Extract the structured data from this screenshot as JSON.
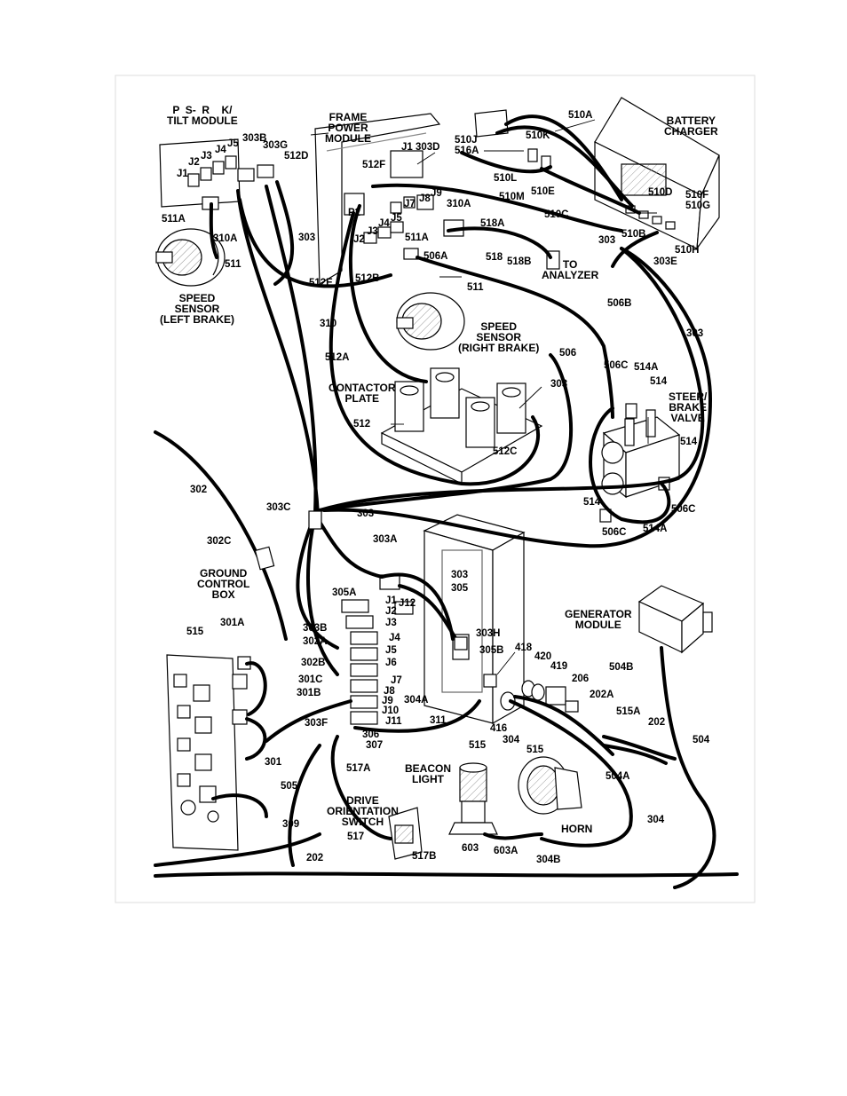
{
  "components": {
    "tilt_module": "P  S-  R    K/\nTILT MODULE",
    "frame_power_module": "FRAME\nPOWER\nMODULE",
    "battery_charger": "BATTERY\nCHARGER",
    "speed_sensor_left": "SPEED\nSENSOR\n(LEFT BRAKE)",
    "speed_sensor_right": "SPEED\nSENSOR\n(RIGHT BRAKE)",
    "contactor_plate": "CONTACTOR\nPLATE",
    "steer_brake_valve": "STEER/\nBRAKE\nVALVE",
    "to_analyzer": "TO\nANALYZER",
    "ground_control_box": "GROUND\nCONTROL\nBOX",
    "generator_module": "GENERATOR\nMODULE",
    "beacon_light": "BEACON\nLIGHT",
    "drive_orientation_switch": "DRIVE\nORIENTATION\nSWITCH",
    "horn": "HORN"
  },
  "callouts": {
    "c510A": "510A",
    "c510J": "510J",
    "c516A": "516A",
    "c510K": "510K",
    "c510L": "510L",
    "c510M": "510M",
    "c510E": "510E",
    "c510C": "510C",
    "c510D": "510D",
    "c510F": "510F",
    "c510G": "510G",
    "c510B": "510B",
    "c510H": "510H",
    "c303E": "303E",
    "cJ1top": "J1",
    "c303Dtop": "303D",
    "c303Btop": "303B",
    "c303Gtop": "303G",
    "c512D": "512D",
    "cJ5top": "J5",
    "cJ4top": "J4",
    "cJ3top": "J3",
    "cJ2top": "J2",
    "cJ1left": "J1",
    "c512F": "512F",
    "cJ8top": "J8",
    "cJ9top": "J9",
    "cJ7top": "J7",
    "c310Atop": "310A",
    "cP2": "P2",
    "cJ5mid": "J5",
    "cJ4mid": "J4",
    "cJ3mid": "J3",
    "cJ2mid": "J2",
    "c511Amid": "511A",
    "c518A": "518A",
    "c518": "518",
    "c518B": "518B",
    "c506A": "506A",
    "c511Aleft": "511A",
    "c310Aleft": "310A",
    "c303top": "303",
    "c303right": "303",
    "c511left": "511",
    "c512E": "512E",
    "c512B": "512B",
    "c511right": "511",
    "c310": "310",
    "c506B": "506B",
    "c512A": "512A",
    "c506": "506",
    "c303far": "303",
    "c506Cr": "506C",
    "c514A": "514A",
    "c514top": "514",
    "c303cont": "303",
    "c512": "512",
    "c514mid": "514",
    "c512C": "512C",
    "c514low": "514",
    "c506Clow": "506C",
    "c506Cbot": "506C",
    "c514Abot": "514A",
    "c302": "302",
    "c303C": "303C",
    "c303mid": "303",
    "c302C": "302C",
    "c303A": "303A",
    "c303box": "303",
    "c305box": "305",
    "c305A": "305A",
    "cJ1b": "J1",
    "cJ2b": "J2",
    "cJ12": "J12",
    "cJ3b": "J3",
    "cJ4b": "J4",
    "cJ5b": "J5",
    "cJ6b": "J6",
    "cJ7b": "J7",
    "cJ8b": "J8",
    "cJ9b": "J9",
    "cJ10b": "J10",
    "cJ11b": "J11",
    "c303B": "303B",
    "c302A": "302A",
    "c302B": "302B",
    "c301C": "301C",
    "c301B": "301B",
    "c303F": "303F",
    "c303H": "303H",
    "c305B": "305B",
    "c418": "418",
    "c420": "420",
    "c419": "419",
    "c206": "206",
    "c202A": "202A",
    "c304A": "304A",
    "c311": "311",
    "c416": "416",
    "c304box": "304",
    "c515box": "515",
    "c515right": "515",
    "c515A": "515A",
    "c202right": "202",
    "c504right": "504",
    "c504B": "504B",
    "c504A": "504A",
    "c306": "306",
    "c307": "307",
    "c517A": "517A",
    "c515left": "515",
    "c301A": "301A",
    "c301": "301",
    "c505": "505",
    "c309": "309",
    "c517": "517",
    "c517B": "517B",
    "c202bot": "202",
    "c603": "603",
    "c603A": "603A",
    "c304B": "304B",
    "c304far": "304"
  }
}
